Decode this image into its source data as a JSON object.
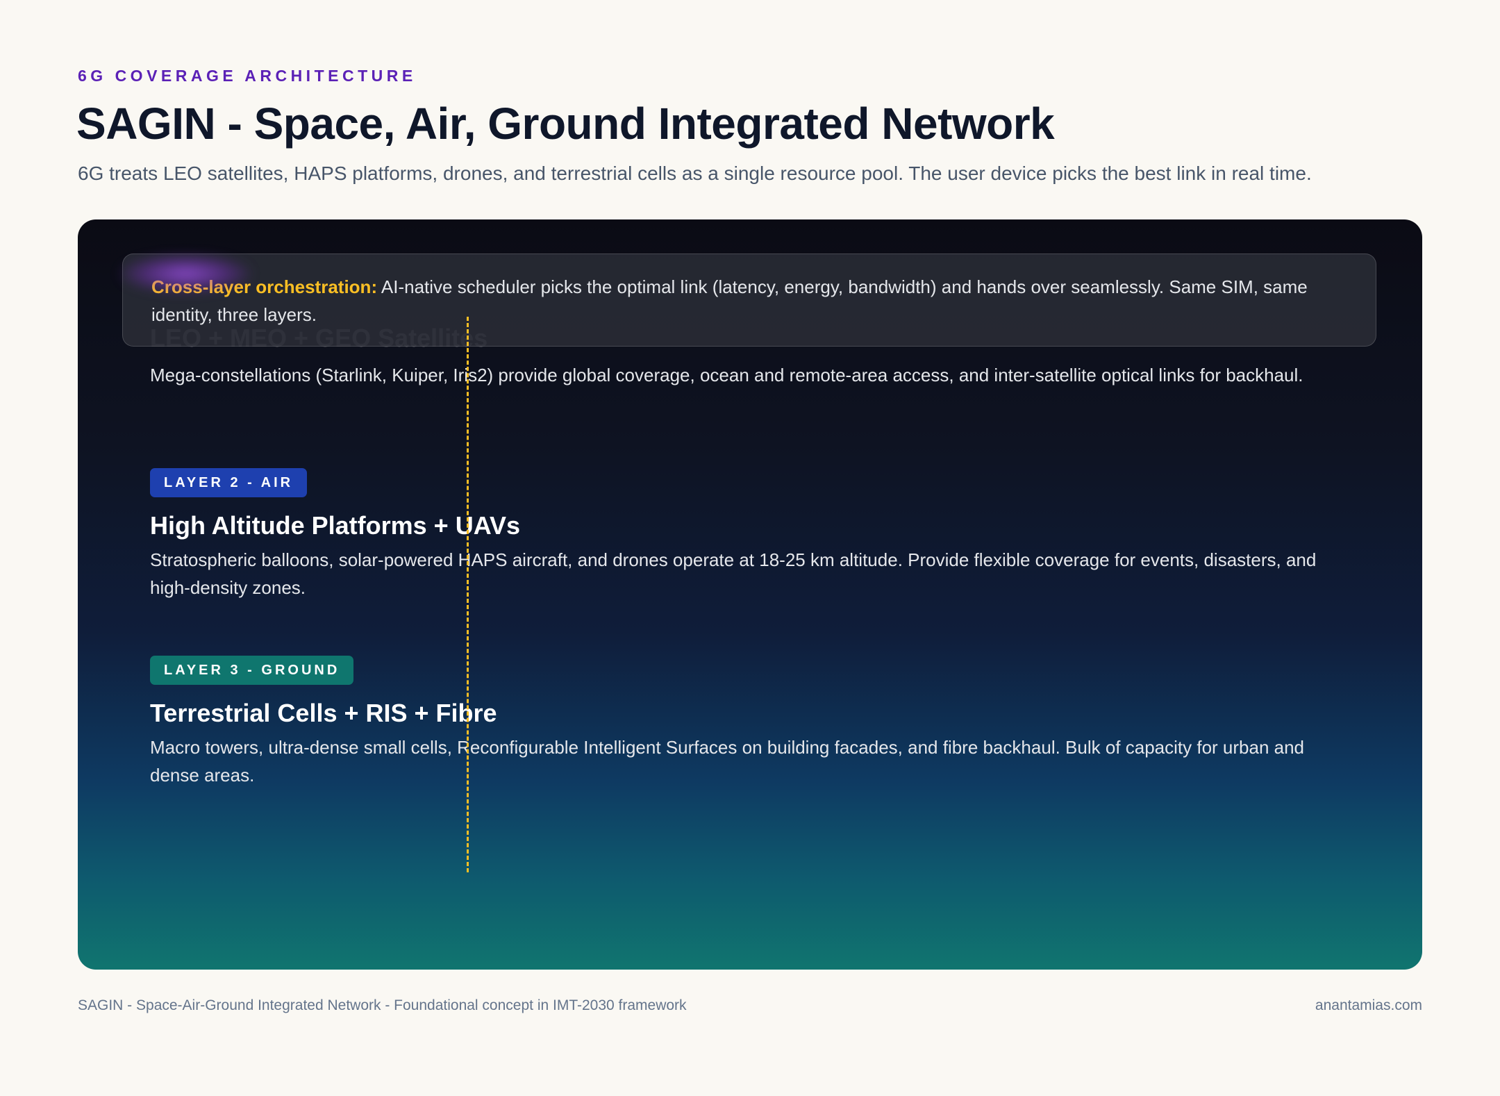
{
  "header": {
    "eyebrow": "6G COVERAGE ARCHITECTURE",
    "title": "SAGIN - Space, Air, Ground Integrated Network",
    "subtitle": "6G treats LEO satellites, HAPS platforms, drones, and terrestrial cells as a single resource pool. The user device picks the best link in real time."
  },
  "orchestration": {
    "label": "Cross-layer orchestration:",
    "text": " AI-native scheduler picks the optimal link (latency, energy, bandwidth) and hands over seamlessly. Same SIM, same identity, three layers."
  },
  "layers": [
    {
      "title": "LEO + MEO + GEO Satellites",
      "description": "Mega-constellations (Starlink, Kuiper, Iris2) provide global coverage, ocean and remote-area access, and inter-satellite optical links for backhaul."
    },
    {
      "badge": "LAYER 2 - AIR",
      "title": "High Altitude Platforms + UAVs",
      "description": "Stratospheric balloons, solar-powered HAPS aircraft, and drones operate at 18-25 km altitude. Provide flexible coverage for events, disasters, and high-density zones."
    },
    {
      "badge": "LAYER 3 - GROUND",
      "title": "Terrestrial Cells + RIS + Fibre",
      "description": "Macro towers, ultra-dense small cells, Reconfigurable Intelligent Surfaces on building facades, and fibre backhaul. Bulk of capacity for urban and dense areas."
    }
  ],
  "footer": {
    "left": "SAGIN - Space-Air-Ground Integrated Network - Foundational concept in IMT-2030 framework",
    "right": "anantamias.com"
  },
  "colors": {
    "accent_purple": "#5b21b6",
    "orchestration_label": "#fbbf24",
    "connector_line": "#fbbf24",
    "badge_air": "#1e40af",
    "badge_ground": "#0f766e"
  }
}
